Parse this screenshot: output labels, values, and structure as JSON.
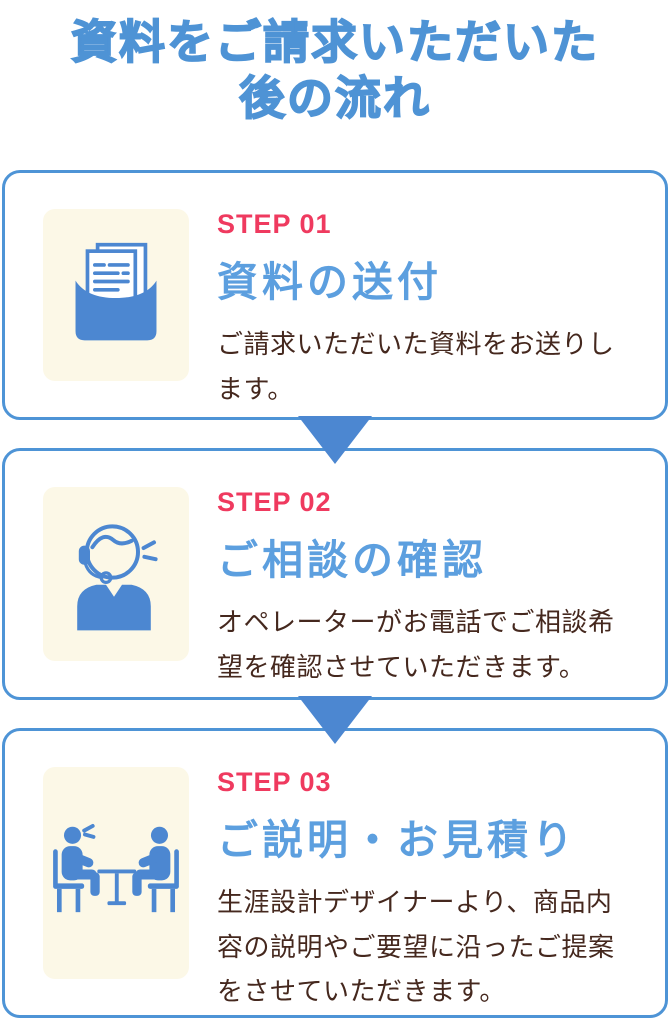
{
  "title": {
    "line1": "資料をご請求いただいた",
    "line2": "後の流れ"
  },
  "colors": {
    "title_blue": "#4e93d5",
    "heading_blue": "#5c9fdf",
    "border_blue": "#4e94d6",
    "icon_blue": "#4c87d1",
    "step_red": "#ef3a5f",
    "body_brown": "#45281e",
    "icon_tile_cream": "#fcf8e7",
    "card_background": "#ffffff"
  },
  "steps": [
    {
      "step_label": "STEP 01",
      "heading": "資料の送付",
      "body": "ご請求いただいた資料をお送りします。",
      "icon": "envelope-documents-icon"
    },
    {
      "step_label": "STEP 02",
      "heading": "ご相談の確認",
      "body": "オペレーターがお電話でご相談希望を確認させていただきます。",
      "icon": "operator-headset-icon"
    },
    {
      "step_label": "STEP 03",
      "heading": "ご説明・お見積り",
      "body": "生涯設計デザイナーより、商品内容の説明やご要望に沿ったご提案をさせていただきます。",
      "icon": "meeting-people-icon"
    }
  ]
}
